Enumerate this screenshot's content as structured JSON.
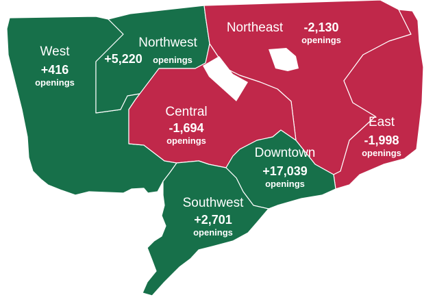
{
  "colors": {
    "gain": "#17704a",
    "loss": "#c0284a",
    "border": "#ffffff"
  },
  "map": {
    "regions": [
      {
        "key": "west",
        "name": "West",
        "change": "+416",
        "unit": "openings",
        "status": "gain"
      },
      {
        "key": "northwest",
        "name": "Northwest",
        "change": "+5,220",
        "unit": "openings",
        "status": "gain"
      },
      {
        "key": "northeast",
        "name": "Northeast",
        "change": "-2,130",
        "unit": "openings",
        "status": "loss"
      },
      {
        "key": "central",
        "name": "Central",
        "change": "-1,694",
        "unit": "openings",
        "status": "loss"
      },
      {
        "key": "east",
        "name": "East",
        "change": "-1,998",
        "unit": "openings",
        "status": "loss"
      },
      {
        "key": "downtown",
        "name": "Downtown",
        "change": "+17,039",
        "unit": "openings",
        "status": "gain"
      },
      {
        "key": "southwest",
        "name": "Southwest",
        "change": "+2,701",
        "unit": "openings",
        "status": "gain"
      }
    ]
  }
}
